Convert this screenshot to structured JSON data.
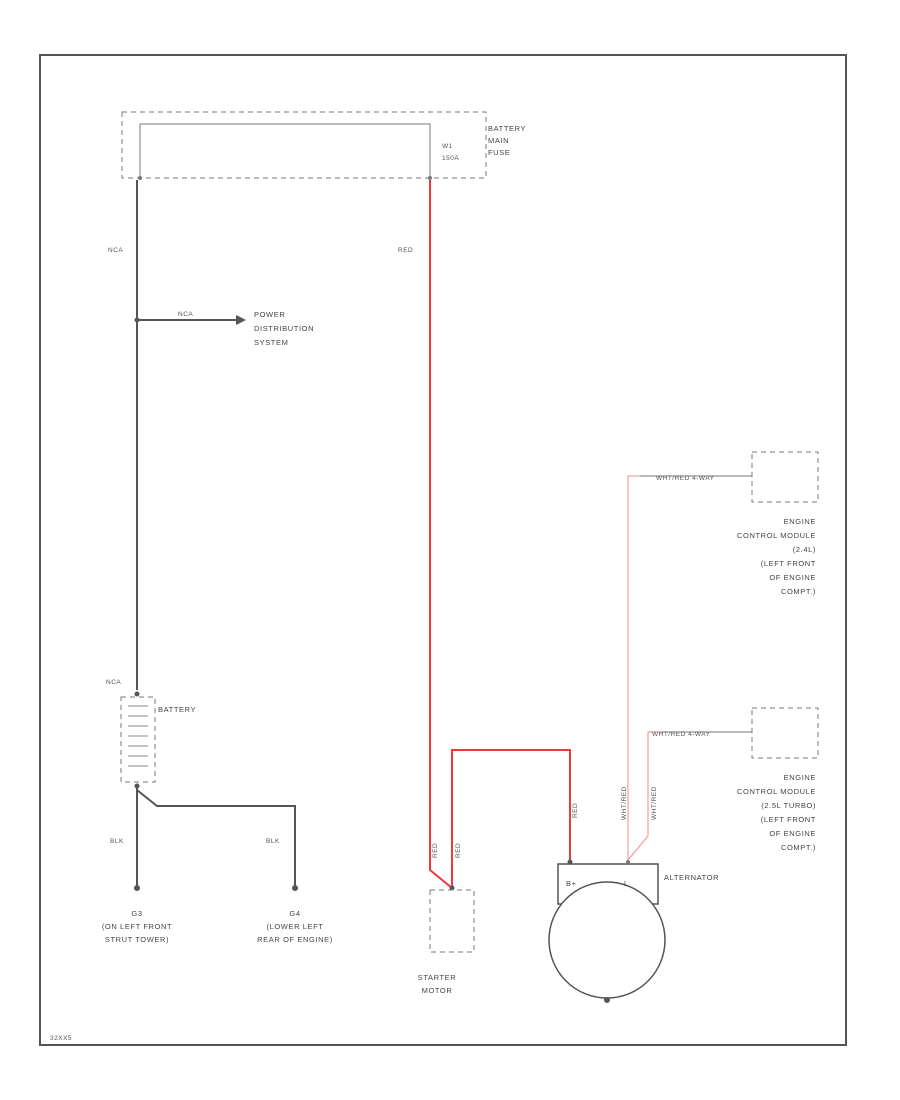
{
  "colors": {
    "border": "#555555",
    "wire_black": "#555555",
    "wire_red": "#ee3a3a",
    "wire_thin_red": "#f08888",
    "text": "#444444"
  },
  "labels": {
    "fuse_name": [
      "BATTERY",
      "MAIN",
      "FUSE"
    ],
    "fuse_id": [
      "W1",
      "150A"
    ],
    "wire_left_top": "NCA",
    "wire_red_top": "RED",
    "power_dist": [
      "POWER",
      "DISTRIBUTION",
      "SYSTEM"
    ],
    "power_wire": "NCA",
    "battery_wire": "NCA",
    "battery": "BATTERY",
    "blk_left": "BLK",
    "blk_right": "BLK",
    "ground_g3": [
      "G3",
      "(ON LEFT FRONT",
      "STRUT TOWER)"
    ],
    "ground_g4": [
      "G4",
      "(LOWER LEFT",
      "REAR OF ENGINE)"
    ],
    "ecm_top_wire": "WHT/RED 4-WAY",
    "ecm_top": [
      "ENGINE",
      "CONTROL MODULE",
      "(2.4L)",
      "(LEFT FRONT",
      "OF ENGINE",
      "COMPT.)"
    ],
    "ecm_bottom_wire": "WHT/RED 4-WAY",
    "ecm_bottom": [
      "ENGINE",
      "CONTROL MODULE",
      "(2.5L TURBO)",
      "(LEFT FRONT",
      "OF ENGINE",
      "COMPT.)"
    ],
    "alt_wire_a": "WHT/RED",
    "alt_wire_b": "WHT/RED",
    "alt_red": "RED",
    "starter_red_a": "RED",
    "starter_red_b": "RED",
    "alternator": "ALTERNATOR",
    "alt_b_plus": "B+",
    "alt_l": "L",
    "starter": [
      "STARTER",
      "MOTOR"
    ],
    "diagram_id": "32XX5"
  }
}
